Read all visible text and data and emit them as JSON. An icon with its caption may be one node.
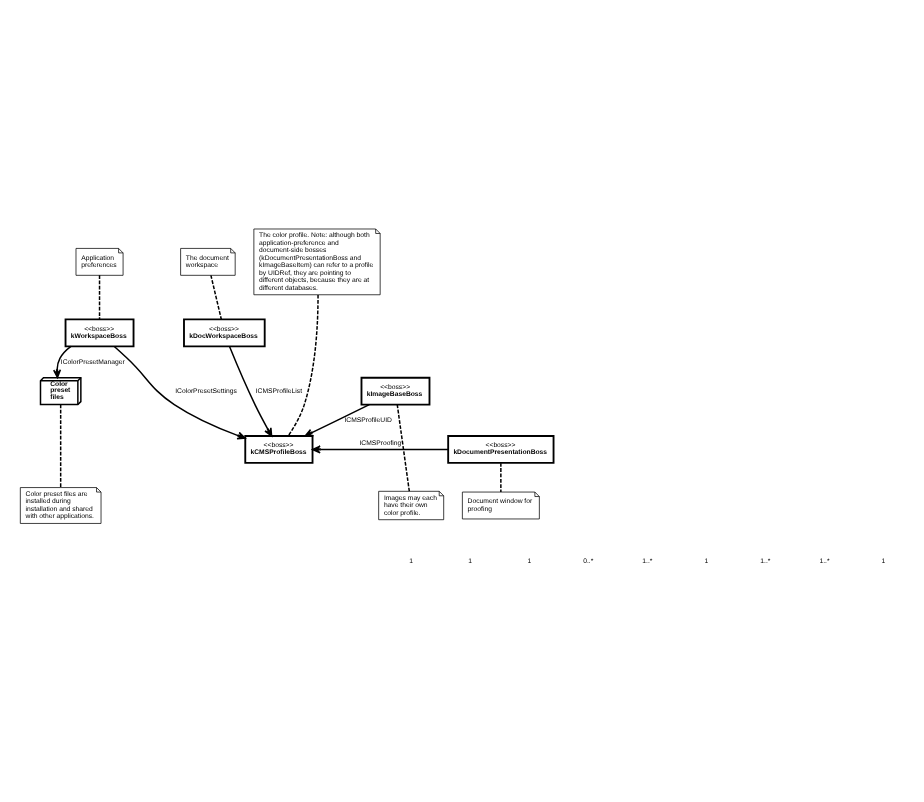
{
  "diagram": {
    "nodes": [
      {
        "text": [
          "Application preferences"
        ]
      },
      {
        "text": [
          "The document workspace"
        ]
      },
      {
        "text": [
          "The color profile. Note: although both application-preference and document-side bosses (kDocumentPresentationBoss and kImageBaseItem) can refer to a profile by UIDRef, they are pointing to different objects, because they are at different databases."
        ]
      },
      {
        "text": [
          "<<boss>>",
          "kWorkspaceBoss"
        ]
      },
      {
        "text": [
          "<<boss>>",
          "kDocWorkspaceBoss"
        ]
      },
      {
        "text": [
          "<<boss>>",
          "kCMSProfileBoss"
        ]
      },
      {
        "text": [
          "<<boss>>",
          "kDocumentPresentationBoss"
        ]
      },
      {
        "text": [
          "Color preset files"
        ]
      },
      {
        "text": [
          "<<boss>>",
          "kImageBaseBoss"
        ]
      },
      {
        "text": [
          "Color preset files are installed during installation and shared with other applications."
        ]
      },
      {
        "text": [
          "Images may each have their own color profile."
        ]
      },
      {
        "text": [
          "Document window for proofing"
        ]
      }
    ],
    "edges": [
      {
        "from": 0,
        "to": 3,
        "arrow": "none",
        "style": "dashed"
      },
      {
        "from": 1,
        "to": 4,
        "arrow": "none",
        "style": "dashed"
      },
      {
        "from": 2,
        "to": 5,
        "arrow": "none",
        "style": "dashed"
      },
      {
        "from": 3,
        "to": 7,
        "arrow": "to",
        "label": "IColorPresetManager"
      },
      {
        "from": 3,
        "to": 5,
        "arrow": "to",
        "label": "IColorPresetSettings"
      },
      {
        "from": 4,
        "to": 5,
        "arrow": "to",
        "label": "ICMSProfileList"
      },
      {
        "from": 6,
        "to": 5,
        "arrow": "to",
        "label": "ICMSProofing"
      },
      {
        "from": 8,
        "to": 5,
        "arrow": "to",
        "label": "ICMSProfileUID"
      },
      {
        "from": 7,
        "to": 9,
        "arrow": "none",
        "style": "dashed"
      },
      {
        "from": 8,
        "to": 10,
        "arrow": "none",
        "style": "dashed"
      },
      {
        "from": 6,
        "to": 11,
        "arrow": "none",
        "style": "dashed"
      }
    ],
    "labels": [
      "1",
      "1",
      "1",
      "0..*",
      "1..*",
      "1",
      "1..*",
      "1..*",
      "1"
    ]
  }
}
